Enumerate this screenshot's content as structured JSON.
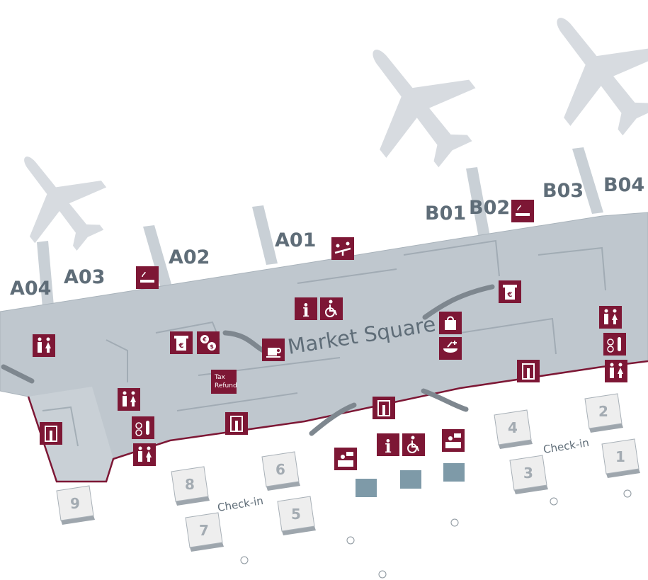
{
  "colors": {
    "terminal": "#bfc7ce",
    "terminal_edge": "#a9b3bb",
    "plane": "#d7dbe0",
    "accent": "#7d1735",
    "label": "#5f6d78",
    "box_face": "#eeeeee",
    "box_side": "#9ea6ad",
    "escalator": "#7e878f"
  },
  "map": {
    "gates": [
      "A04",
      "A03",
      "A02",
      "A01",
      "B01",
      "B02",
      "B03",
      "B04"
    ],
    "area_label": "Market Square",
    "checkin_left": "Check-in",
    "checkin_right": "Check-in",
    "counters": [
      "9",
      "8",
      "7",
      "6",
      "5",
      "4",
      "3",
      "2",
      "1"
    ],
    "tax_refund": [
      "Tax",
      "Refund"
    ]
  },
  "icons": {
    "smoking": "smoking-icon",
    "playground": "playground-icon",
    "information": "information-icon",
    "wheelchair": "wheelchair-icon",
    "atm": "atm-icon",
    "currency": "currency-exchange-icon",
    "cafe": "coffee-icon",
    "shopping": "shopping-icon",
    "pharmacy": "pharmacy-icon",
    "toilets": "toilets-icon",
    "security": "security-check-icon",
    "baby_care": "baby-care-icon",
    "ticket": "ticket-counter-icon"
  }
}
